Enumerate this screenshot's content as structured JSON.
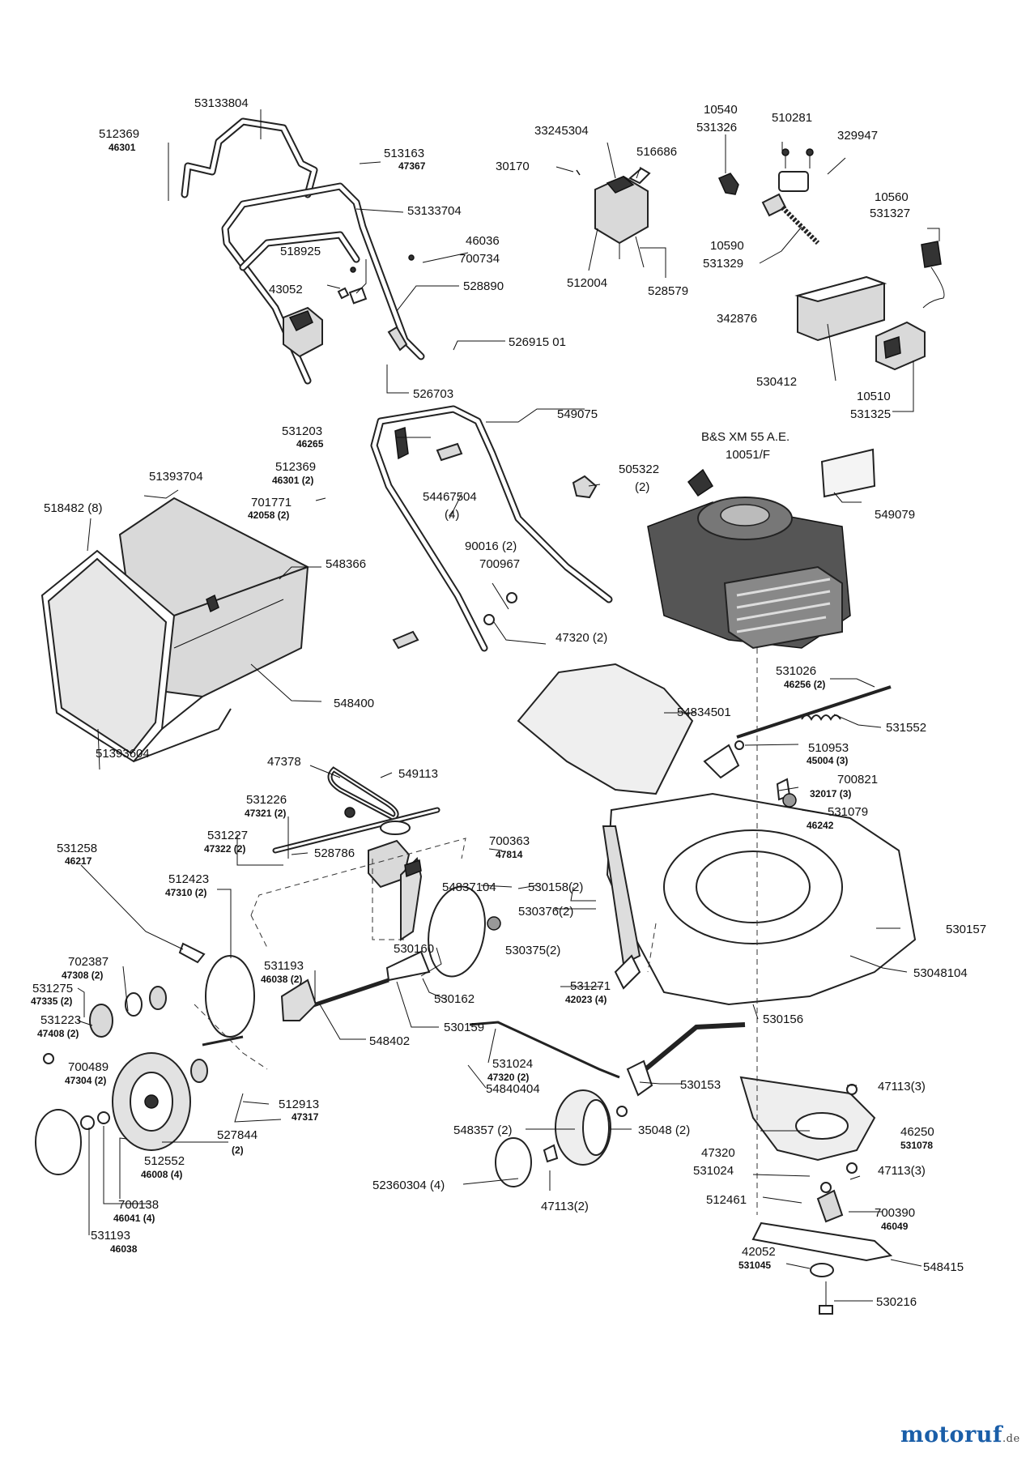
{
  "brand": {
    "name": "motoruf",
    "tld": ".de"
  },
  "labels": {
    "l01": [
      "53133804"
    ],
    "l02": [
      "512369",
      "46301"
    ],
    "l03": [
      "513163",
      "47367"
    ],
    "l04": [
      "53133704"
    ],
    "l05": [
      "46036",
      "700734"
    ],
    "l06": [
      "518925"
    ],
    "l07": [
      "43052"
    ],
    "l08": [
      "528890"
    ],
    "l09": [
      "526915 01"
    ],
    "l10": [
      "526703"
    ],
    "l11": [
      "33245304"
    ],
    "l12": [
      "30170"
    ],
    "l13": [
      "516686"
    ],
    "l14": [
      "512004"
    ],
    "l15": [
      "528579"
    ],
    "l16": [
      "10540",
      "531326"
    ],
    "l17": [
      "510281"
    ],
    "l18": [
      "329947"
    ],
    "l19": [
      "10560",
      "531327"
    ],
    "l20": [
      "10590",
      "531329"
    ],
    "l21": [
      "342876"
    ],
    "l22": [
      "530412"
    ],
    "l23": [
      "10510",
      "531325"
    ],
    "l24": [
      "549075"
    ],
    "l25": [
      "531203",
      "46265"
    ],
    "l26": [
      "512369",
      "46301 (2)"
    ],
    "l27": [
      "54467504",
      "(4)"
    ],
    "l28": [
      "505322",
      "(2)"
    ],
    "l29": [
      "B&S XM 55 A.E.",
      "10051/F"
    ],
    "l30": [
      "549079"
    ],
    "l31": [
      "51393704"
    ],
    "l32": [
      "518482 (8)"
    ],
    "l33": [
      "701771",
      "42058 (2)"
    ],
    "l34": [
      "548366"
    ],
    "l35": [
      "90016 (2)",
      "700967"
    ],
    "l36": [
      "47320 (2)"
    ],
    "l37": [
      "548400"
    ],
    "l38": [
      "51393604"
    ],
    "l39": [
      "531026",
      "46256 (2)"
    ],
    "l40": [
      "531552"
    ],
    "l41": [
      "54834501"
    ],
    "l42": [
      "510953",
      "45004 (3)"
    ],
    "l43": [
      "700821",
      "32017 (3)"
    ],
    "l44": [
      "531079",
      "46242"
    ],
    "l45": [
      "47378"
    ],
    "l46": [
      "549113"
    ],
    "l47": [
      "531226",
      "47321 (2)"
    ],
    "l48": [
      "531227",
      "47322 (2)"
    ],
    "l49": [
      "528786"
    ],
    "l50": [
      "531258",
      "46217"
    ],
    "l51": [
      "512423",
      "47310 (2)"
    ],
    "l52": [
      "700363",
      "47814"
    ],
    "l53": [
      "54837104"
    ],
    "l54": [
      "530158(2)"
    ],
    "l55": [
      "530376(2)"
    ],
    "l56": [
      "530375(2)"
    ],
    "l57": [
      "530157"
    ],
    "l58": [
      "530160"
    ],
    "l59": [
      "531193",
      "46038 (2)"
    ],
    "l60": [
      "702387",
      "47308 (2)"
    ],
    "l61": [
      "531275",
      "47335 (2)"
    ],
    "l62": [
      "531223",
      "47408 (2)"
    ],
    "l63": [
      "530162"
    ],
    "l64": [
      "531271",
      "42023 (4)"
    ],
    "l65": [
      "53048104"
    ],
    "l66": [
      "530159"
    ],
    "l67": [
      "548402"
    ],
    "l68": [
      "530156"
    ],
    "l69": [
      "700489",
      "47304 (2)"
    ],
    "l70": [
      "531024",
      "47320 (2)"
    ],
    "l71": [
      "54840404"
    ],
    "l72": [
      "530153"
    ],
    "l73": [
      "47113(3)"
    ],
    "l74": [
      "512913",
      "47317"
    ],
    "l75": [
      "548357 (2)"
    ],
    "l76": [
      "35048 (2)"
    ],
    "l77": [
      "46250",
      "531078"
    ],
    "l78": [
      "527844",
      "(2)"
    ],
    "l79": [
      "47320",
      "531024"
    ],
    "l80": [
      "47113(3)"
    ],
    "l81": [
      "512552",
      "46008 (4)"
    ],
    "l82": [
      "52360304 (4)"
    ],
    "l83": [
      "47113(2)"
    ],
    "l84": [
      "512461"
    ],
    "l85": [
      "700390",
      "46049"
    ],
    "l86": [
      "700138",
      "46041 (4)"
    ],
    "l87": [
      "42052",
      "531045"
    ],
    "l88": [
      "548415"
    ],
    "l89": [
      "531193",
      "46038"
    ],
    "l90": [
      "530216"
    ]
  }
}
